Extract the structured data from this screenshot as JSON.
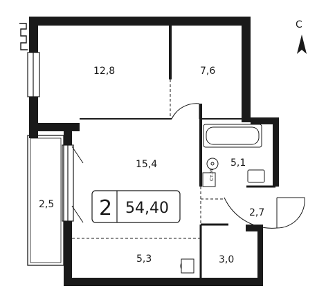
{
  "compass": {
    "letter": "С",
    "icon": "north-arrow-icon"
  },
  "apartment": {
    "rooms": "2",
    "total_area": "54,40"
  },
  "rooms": [
    {
      "id": "bedroom",
      "area": "12,8"
    },
    {
      "id": "small-room",
      "area": "7,6"
    },
    {
      "id": "living-room",
      "area": "15,4"
    },
    {
      "id": "balcony",
      "area": "2,5"
    },
    {
      "id": "hallway",
      "area": "5,3"
    },
    {
      "id": "bathroom",
      "area": "5,1"
    },
    {
      "id": "corridor",
      "area": "2,7"
    },
    {
      "id": "storage",
      "area": "3,0"
    }
  ],
  "fixtures": {
    "washer_label": "Ст.М"
  },
  "colors": {
    "wall": "#1a1a1a",
    "line": "#555555",
    "background": "#ffffff"
  }
}
